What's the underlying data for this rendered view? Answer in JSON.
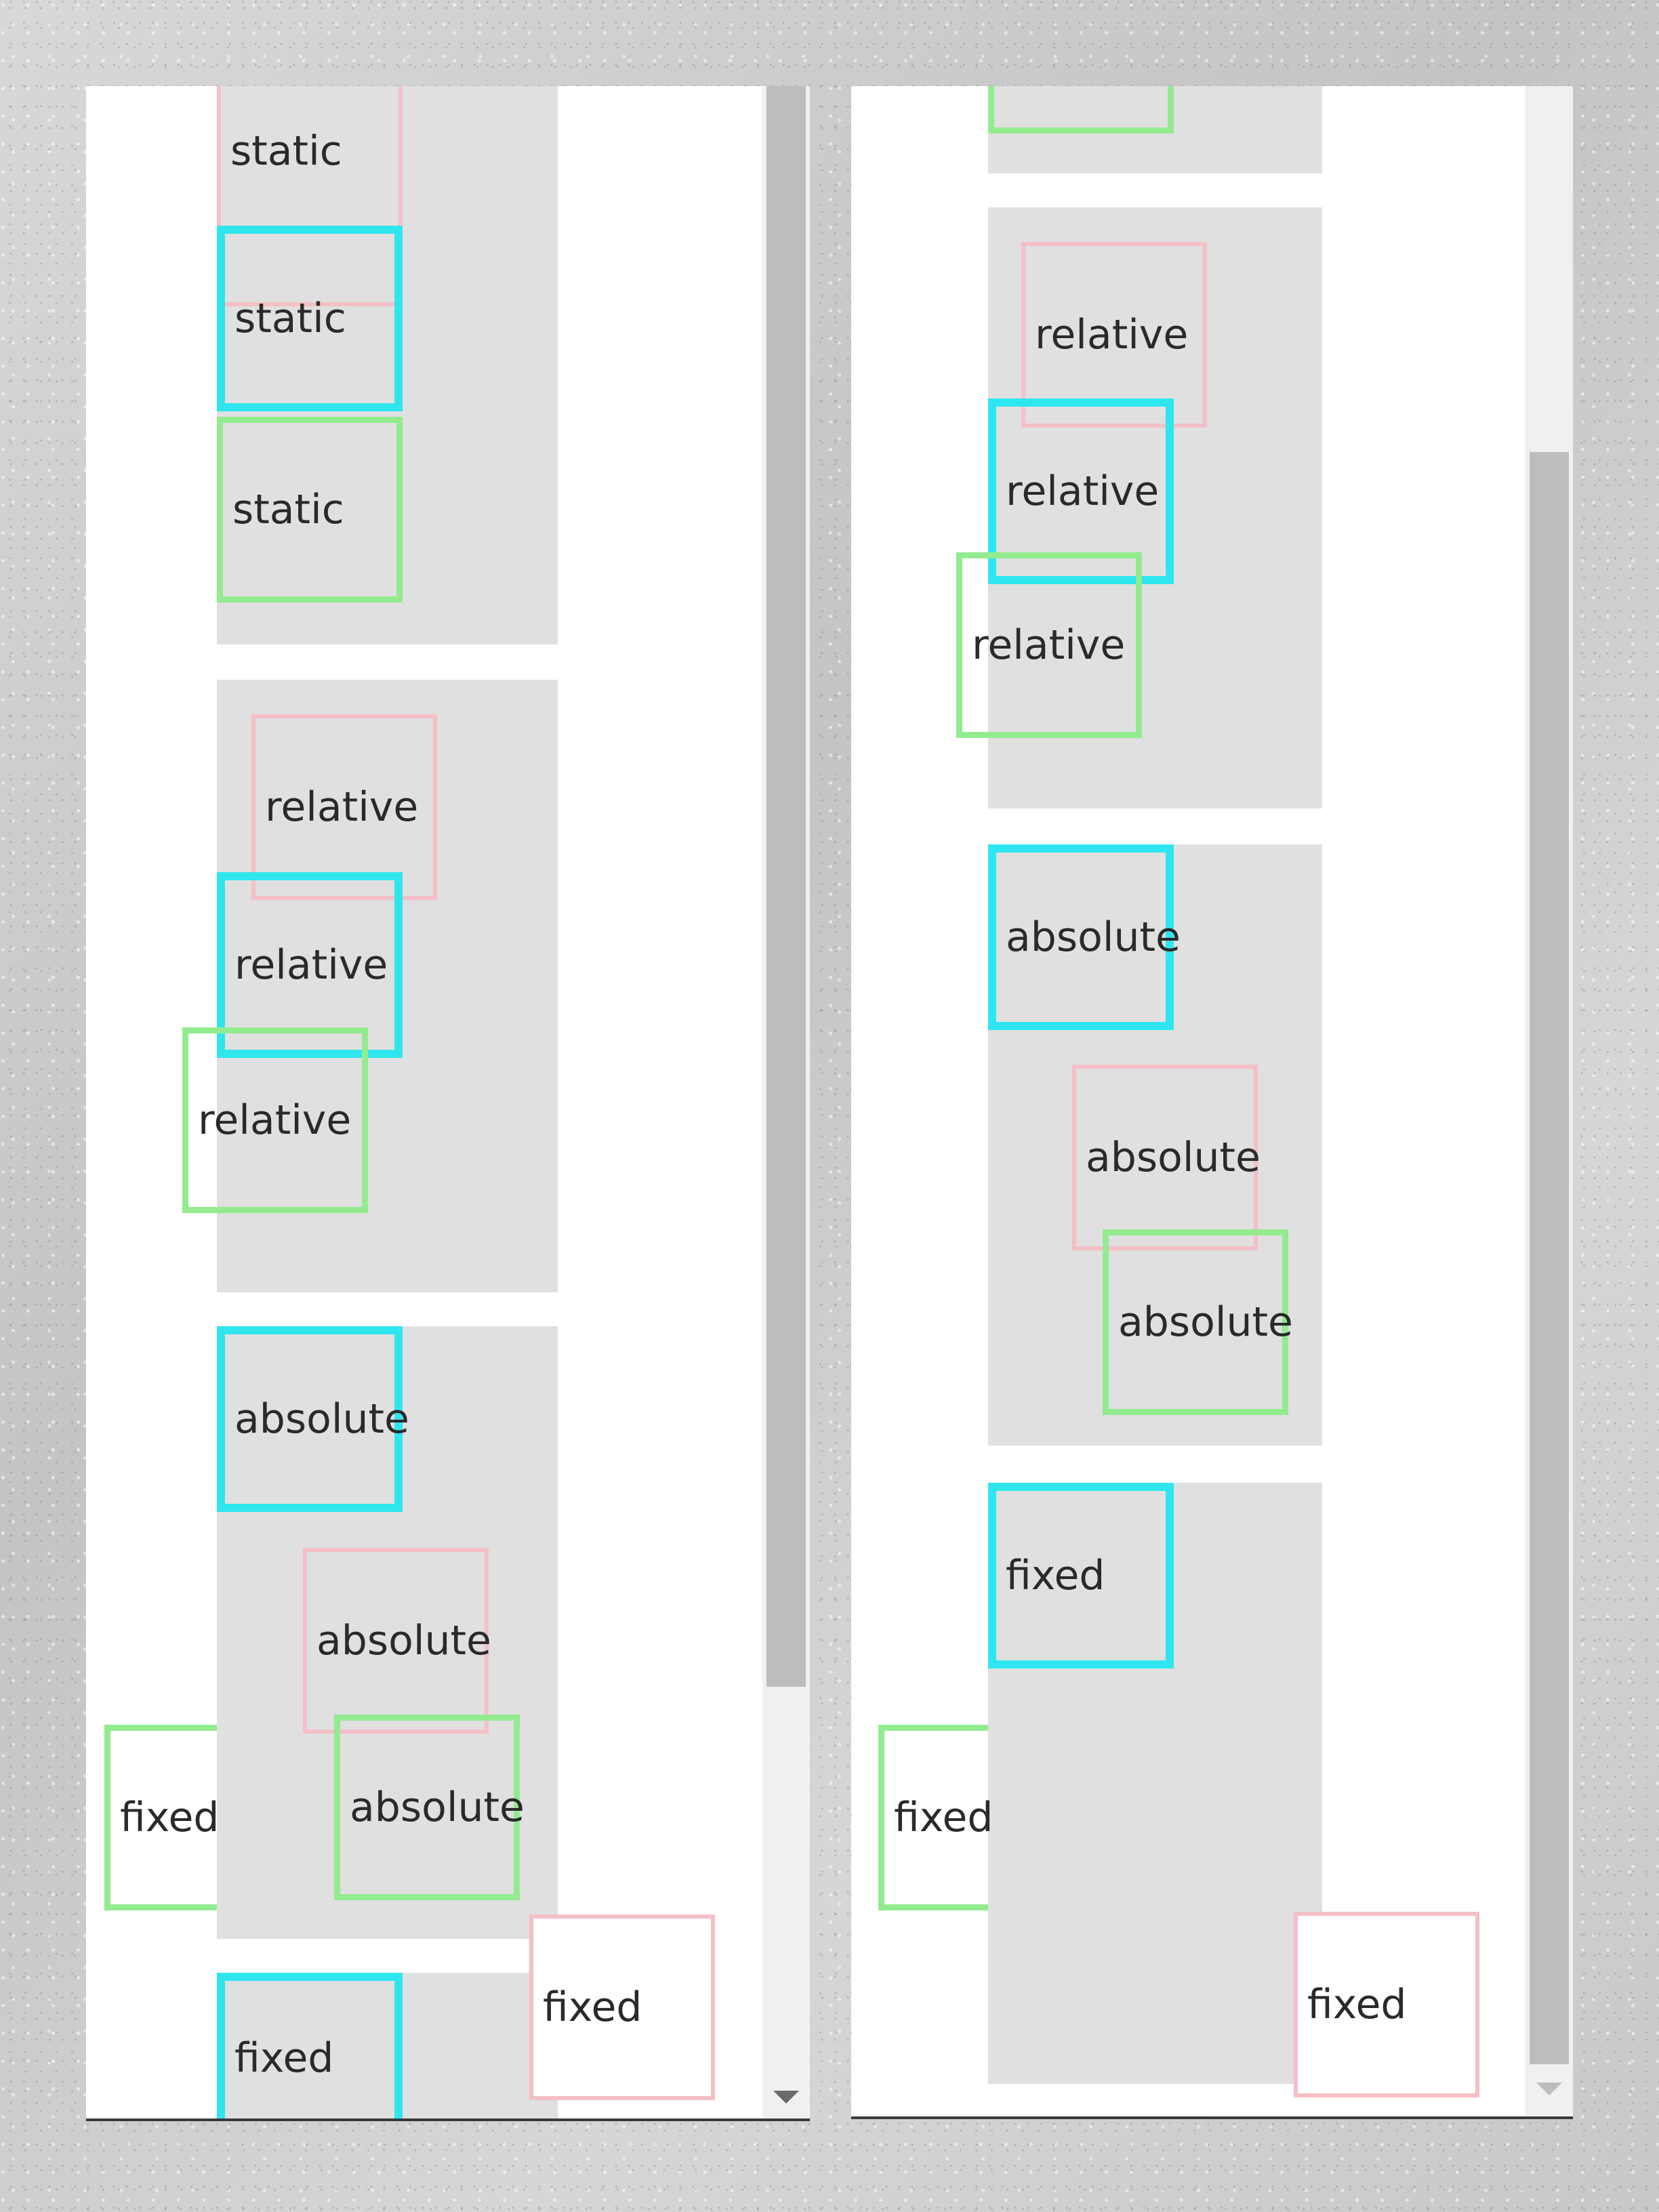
{
  "left_panel": {
    "static_boxes": [
      "static",
      "static",
      "static"
    ],
    "relative_boxes": [
      "relative",
      "relative",
      "relative"
    ],
    "absolute_boxes": [
      "absolute",
      "absolute",
      "absolute"
    ],
    "fixed_boxes": [
      "fixed",
      "fixed",
      "fixed"
    ]
  },
  "right_panel": {
    "relative_boxes": [
      "relative",
      "relative",
      "relative"
    ],
    "absolute_boxes": [
      "absolute",
      "absolute",
      "absolute"
    ],
    "fixed_boxes": [
      "fixed",
      "fixed",
      "fixed"
    ]
  },
  "colors": {
    "pink": "#f4bfc6",
    "cyan": "#2fe6ee",
    "green": "#93eb8f",
    "group_bg": "#e0e0e0"
  }
}
